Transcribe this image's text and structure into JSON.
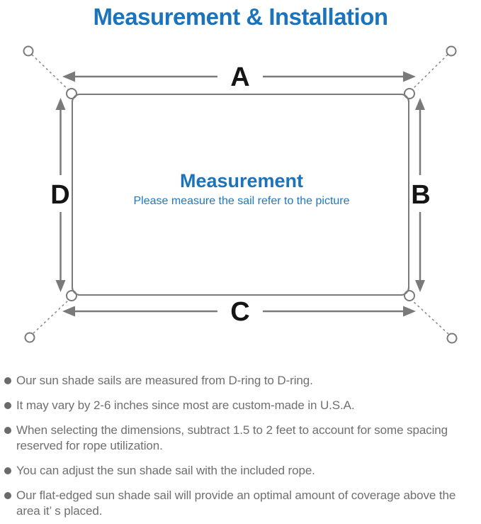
{
  "page_title": "Measurement & Installation",
  "colors": {
    "accent_blue": "#1b74bb",
    "subtitle_blue": "#1f78bf",
    "line_gray": "#7a7a7a",
    "dim_label_color": "#151515",
    "note_text_gray": "#6f6f6f"
  },
  "diagram": {
    "edge_labels": {
      "top": "A",
      "right": "B",
      "bottom": "C",
      "left": "D"
    },
    "center": {
      "heading": "Measurement",
      "subtitle": "Please measure the sail refer to the picture"
    }
  },
  "notes": [
    "Our sun shade sails are measured from D-ring to D-ring.",
    "It may vary by 2-6 inches since most are custom-made in U.S.A.",
    "When selecting the dimensions, subtract 1.5 to 2 feet to account for some spacing reserved for rope utilization.",
    "You can adjust the sun shade sail with the included rope.",
    "Our flat-edged sun shade sail will provide an optimal amount of coverage above the area it’ s placed."
  ]
}
